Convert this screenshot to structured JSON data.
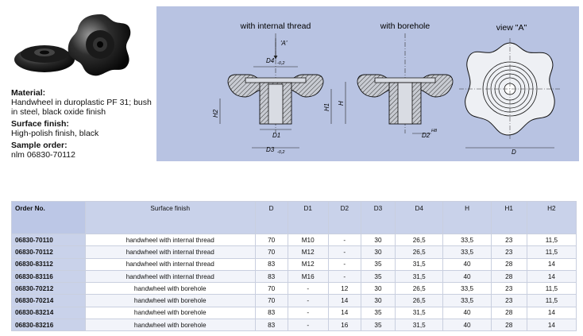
{
  "info": {
    "material_heading": "Material:",
    "material_text": "Handwheel in duroplastic PF 31; bush in steel, black oxide finish",
    "surface_heading": "Surface finish:",
    "surface_text": "High-polish finish, black",
    "sample_heading": "Sample order:",
    "sample_text": "nlm 06830-70112"
  },
  "drawing": {
    "label_internal": "with internal thread",
    "label_borehole": "with borehole",
    "label_view": "view \"A\"",
    "dims": {
      "a": "'A'",
      "d4": "D4",
      "d4_tol": "-0,2",
      "h2": "H2",
      "h1": "H1",
      "h": "H",
      "d1": "D1",
      "d3": "D3",
      "d3_tol": "-0,2",
      "d2": "D2",
      "d2_tol": "H8",
      "d": "D"
    }
  },
  "table": {
    "headers": [
      "Order No.",
      "Surface finish",
      "D",
      "D1",
      "D2",
      "D3",
      "D4",
      "H",
      "H1",
      "H2"
    ],
    "rows": [
      [
        "06830-70110",
        "handwheel with internal thread",
        "70",
        "M10",
        "-",
        "30",
        "26,5",
        "33,5",
        "23",
        "11,5"
      ],
      [
        "06830-70112",
        "handwheel with internal thread",
        "70",
        "M12",
        "-",
        "30",
        "26,5",
        "33,5",
        "23",
        "11,5"
      ],
      [
        "06830-83112",
        "handwheel with internal thread",
        "83",
        "M12",
        "-",
        "35",
        "31,5",
        "40",
        "28",
        "14"
      ],
      [
        "06830-83116",
        "handwheel with internal thread",
        "83",
        "M16",
        "-",
        "35",
        "31,5",
        "40",
        "28",
        "14"
      ],
      [
        "06830-70212",
        "handwheel with borehole",
        "70",
        "-",
        "12",
        "30",
        "26,5",
        "33,5",
        "23",
        "11,5"
      ],
      [
        "06830-70214",
        "handwheel with borehole",
        "70",
        "-",
        "14",
        "30",
        "26,5",
        "33,5",
        "23",
        "11,5"
      ],
      [
        "06830-83214",
        "handwheel with borehole",
        "83",
        "-",
        "14",
        "35",
        "31,5",
        "40",
        "28",
        "14"
      ],
      [
        "06830-83216",
        "handwheel with borehole",
        "83",
        "-",
        "16",
        "35",
        "31,5",
        "40",
        "28",
        "14"
      ]
    ]
  }
}
